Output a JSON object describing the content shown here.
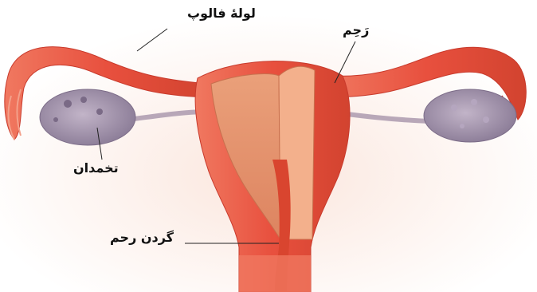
{
  "labels": {
    "fallopian_tube": "لولۀ فالوپ",
    "uterus": "رَحِم",
    "ovary": "تخمدان",
    "cervix": "گردن رحم"
  },
  "colors": {
    "tissue": "#e8503e",
    "tissue_dark": "#c83a2c",
    "tissue_light": "#f08a72",
    "endometrium": "#e6986e",
    "ovary": "#9f8ea8",
    "background_glow": "#f6d9cf"
  }
}
